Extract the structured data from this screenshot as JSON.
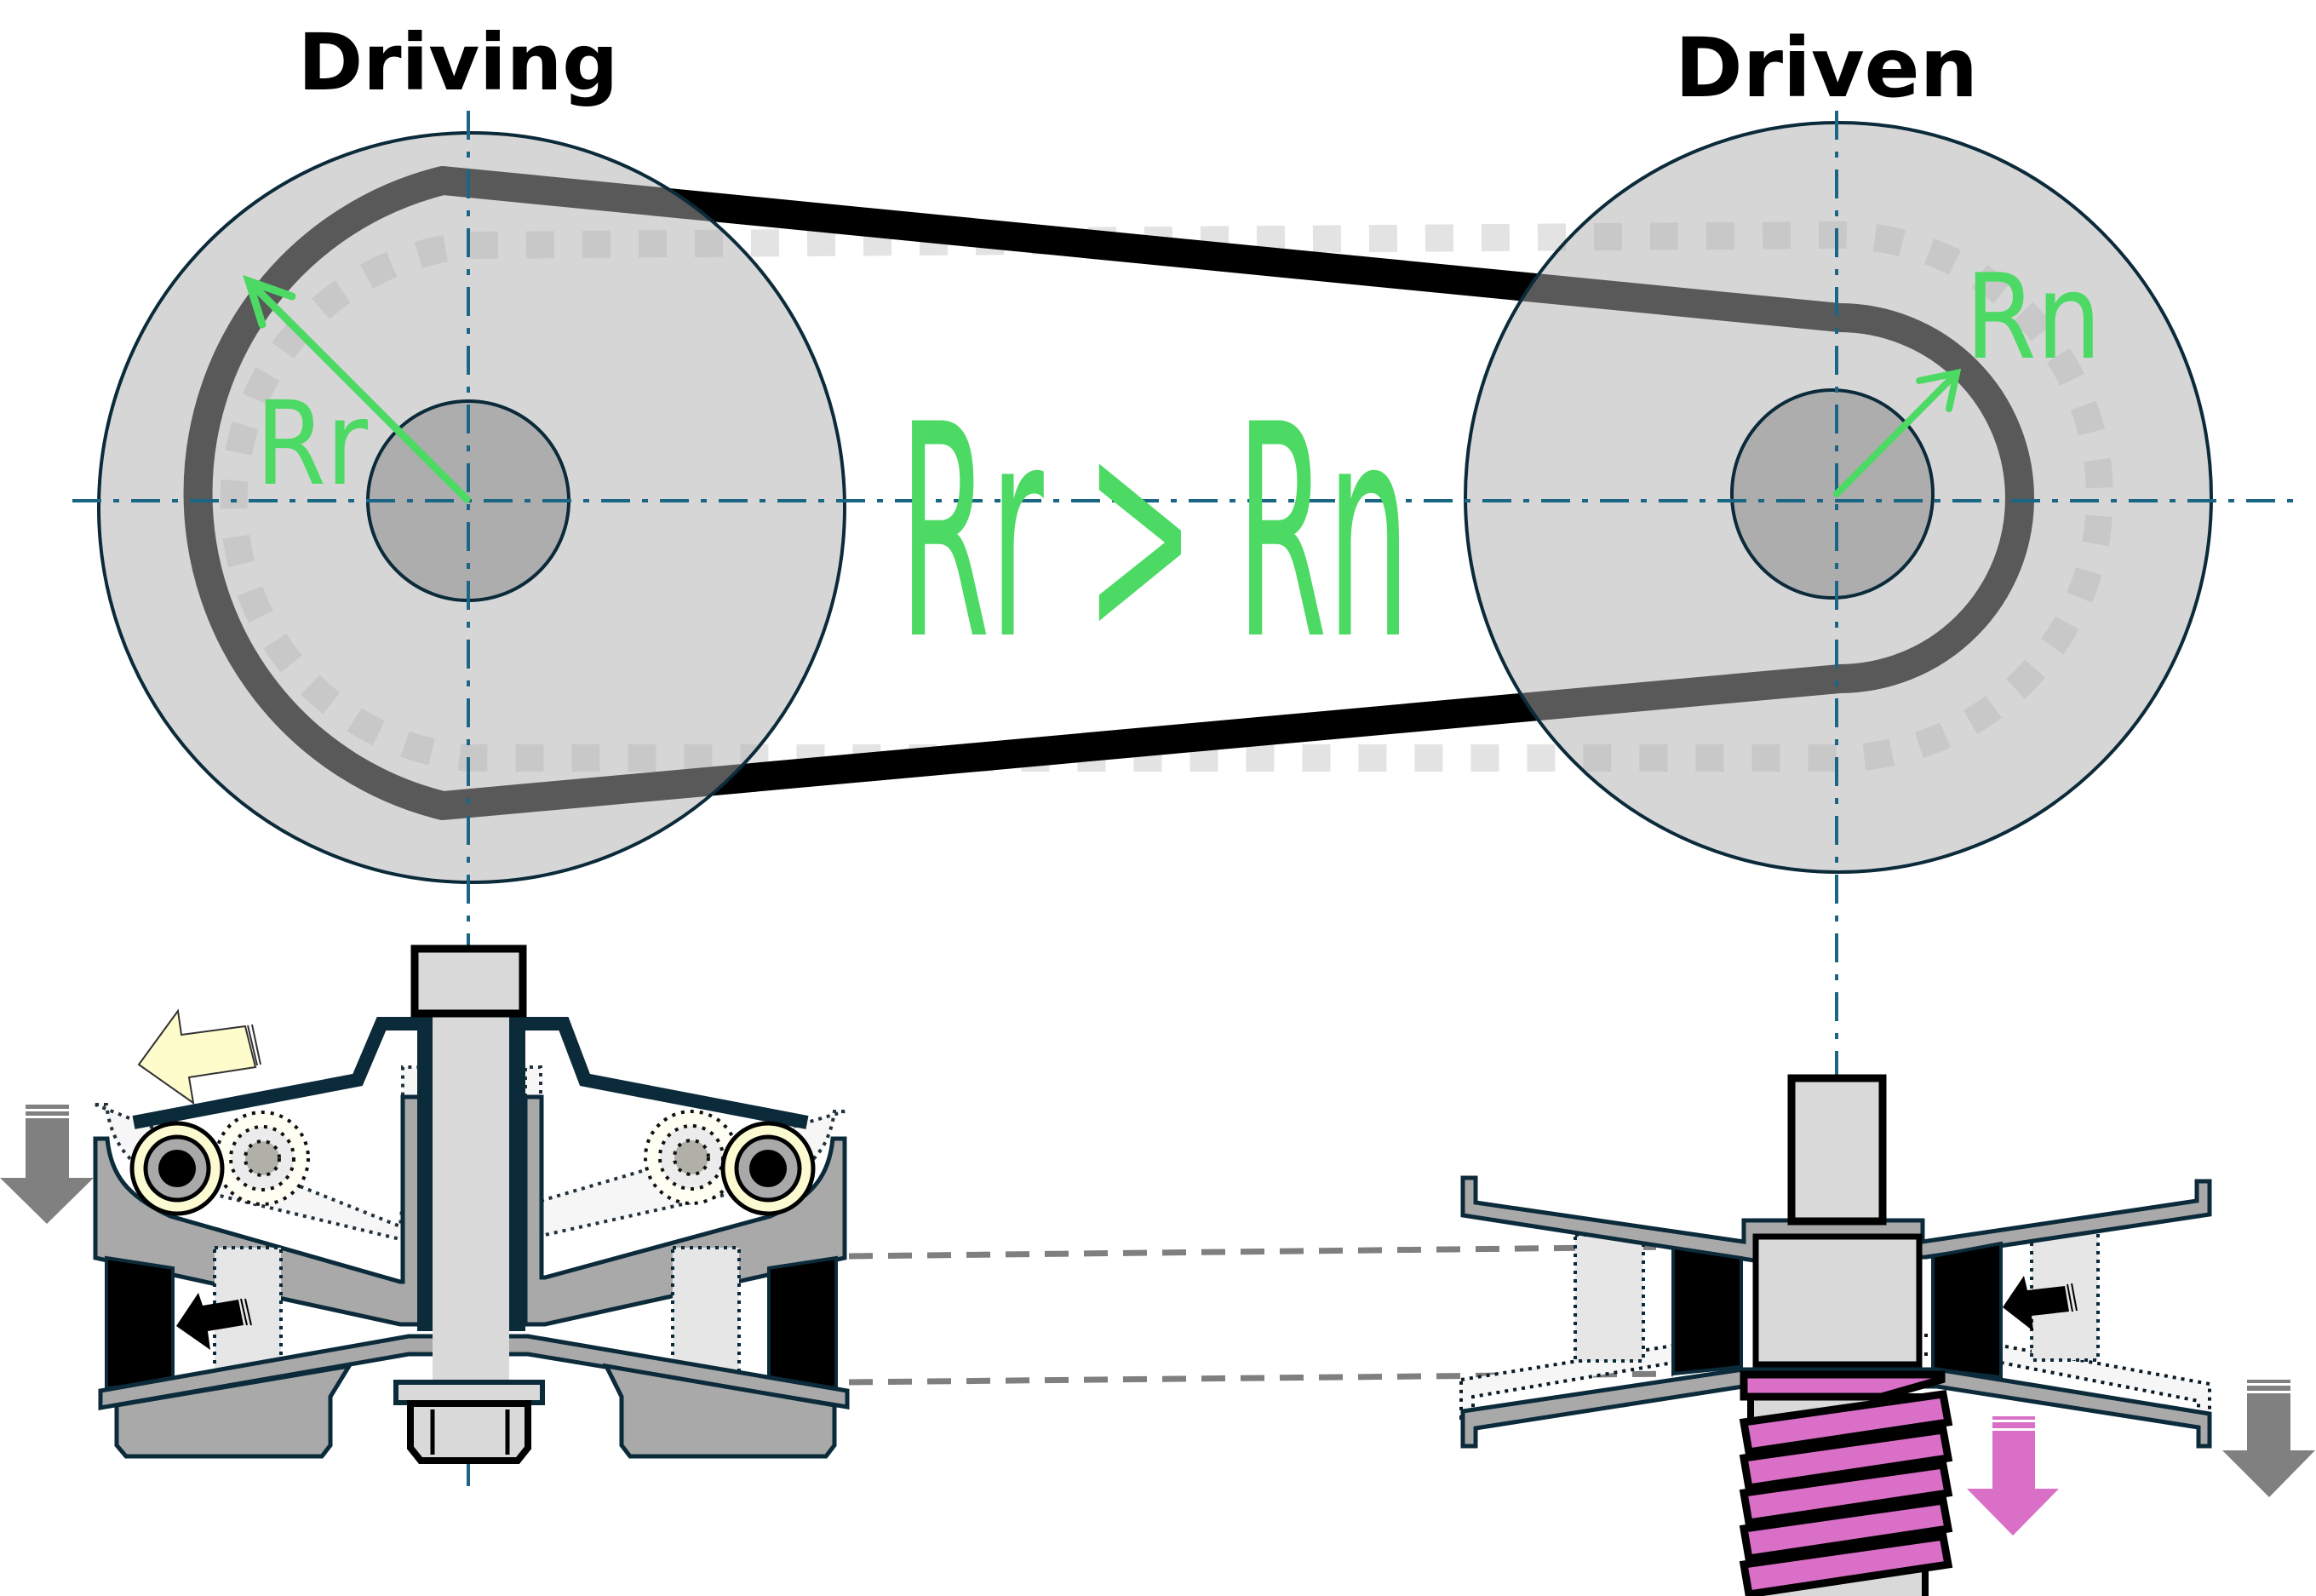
{
  "diagram": {
    "type": "CVT pulley / belt drive diagram",
    "titles": {
      "driving": "Driving",
      "driven": "Driven"
    },
    "labels": {
      "driving_radius": "Rr",
      "driven_radius": "Rn",
      "relation": "Rr > Rn"
    },
    "components": {
      "driving_pulley": {
        "role": "driving",
        "radius_label": "Rr",
        "belt_state": "belt at large radius"
      },
      "driven_pulley": {
        "role": "driven",
        "radius_label": "Rn",
        "belt_state": "belt at small radius"
      },
      "belt": "V-belt (solid = current position, dotted = previous position)",
      "driving_assembly": [
        "bolt head",
        "shaft",
        "sleeve",
        "ramp plate",
        "roller weights (current)",
        "roller weights (previous, dotted)",
        "movable sheave",
        "fixed sheave",
        "belt cross-section",
        "nut",
        "washer"
      ],
      "driven_assembly": [
        "shaft",
        "collar",
        "upper sheave",
        "lower sheave (movable)",
        "belt cross-section",
        "spring"
      ]
    },
    "arrows": [
      {
        "name": "roller-outward-arrow",
        "color": "#FFFFCC",
        "direction": "up-left"
      },
      {
        "name": "driving-sheave-down-arrow",
        "color": "#808080",
        "direction": "down"
      },
      {
        "name": "driving-belt-push-arrow",
        "color": "#000000",
        "direction": "left"
      },
      {
        "name": "driven-belt-push-arrow",
        "color": "#000000",
        "direction": "left"
      },
      {
        "name": "spring-compress-arrow",
        "color": "#D96FC7",
        "direction": "down"
      },
      {
        "name": "driven-sheave-down-arrow",
        "color": "#808080",
        "direction": "down"
      }
    ],
    "colors": {
      "accent_green": "#4CD964",
      "axis_blue": "#1B6585",
      "outline_navy": "#0B2A3A",
      "spring_pink": "#D96FC7",
      "roller_yellow": "#FBFAD0",
      "belt_black": "#000000",
      "disk_grey": "#D6D6D6",
      "hub_grey": "#ADADAD",
      "ghost_belt": "#E3E3E3"
    }
  }
}
